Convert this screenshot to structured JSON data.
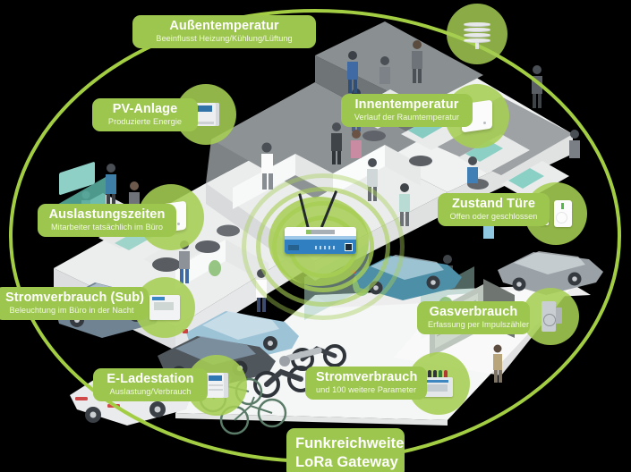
{
  "meta": {
    "title": "LoRa Gateway Smart Building Infografik",
    "background_color": "#000000",
    "accent_green": "#9cc64d",
    "node_green": "#a6ce53",
    "ellipse_stroke": "#a3ce43"
  },
  "range_label": {
    "line1": "Funkreichweite",
    "line2": "LoRa Gateway"
  },
  "sensors": [
    {
      "id": "aussentemperatur",
      "title": "Außentemperatur",
      "subtitle": "Beeinflusst Heizung/Kühlung/Lüftung",
      "icon": "weather-station-icon"
    },
    {
      "id": "pv-anlage",
      "title": "PV-Anlage",
      "subtitle": "Produzierte Energie",
      "icon": "din-rail-meter-icon"
    },
    {
      "id": "innentemperatur",
      "title": "Innentemperatur",
      "subtitle": "Verlauf der Raumtemperatur",
      "icon": "room-sensor-icon"
    },
    {
      "id": "auslastungszeiten",
      "title": "Auslastungszeiten",
      "subtitle": "Mitarbeiter tatsächlich im Büro",
      "icon": "room-sensor-icon"
    },
    {
      "id": "zustand-tuere",
      "title": "Zustand Türe",
      "subtitle": "Offen oder geschlossen",
      "icon": "door-contact-icon"
    },
    {
      "id": "stromverbrauch-sub",
      "title": "Stromverbrauch (Sub)",
      "subtitle": "Beleuchtung im Büro in der Nacht",
      "icon": "sub-meter-icon"
    },
    {
      "id": "gasverbrauch",
      "title": "Gasverbrauch",
      "subtitle": "Erfassung per Impulszähler",
      "icon": "gas-meter-icon"
    },
    {
      "id": "e-ladestation",
      "title": "E-Ladestation",
      "subtitle": "Auslastung/Verbrauch",
      "icon": "charging-meter-icon"
    },
    {
      "id": "stromverbrauch",
      "title": "Stromverbrauch",
      "subtitle": "und 100 weitere Parameter",
      "icon": "power-meter-icon"
    }
  ],
  "gateway": {
    "name": "LoRa Gateway",
    "icon": "lora-gateway-icon",
    "antenna_count": 2,
    "signal_rings": 4
  }
}
